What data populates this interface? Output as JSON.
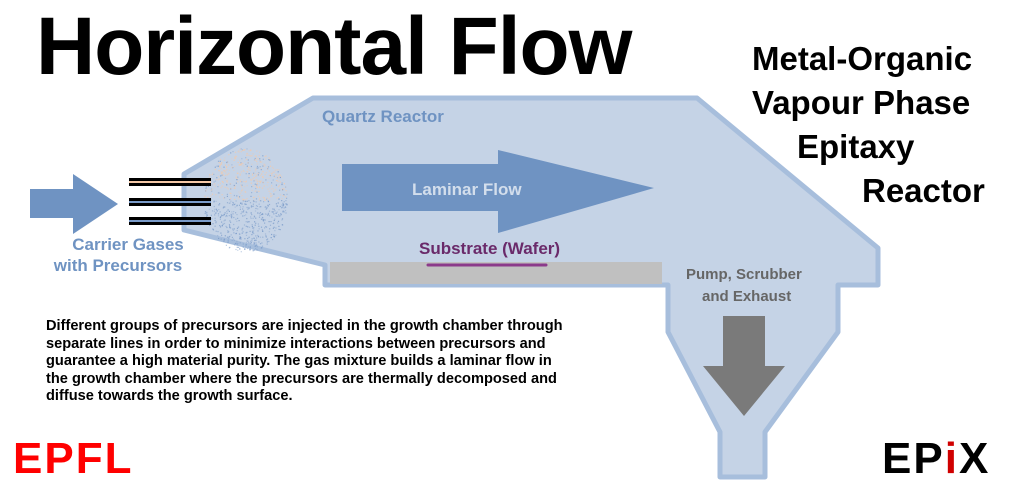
{
  "title": "Horizontal Flow",
  "subtitle_lines": [
    "Metal-Organic",
    "Vapour Phase",
    "Epitaxy",
    "Reactor"
  ],
  "diagram": {
    "reactor_label": "Quartz Reactor",
    "flow_label": "Laminar Flow",
    "inlet_label_lines": [
      "Carrier Gases",
      "with Precursors"
    ],
    "substrate_label": "Substrate (Wafer)",
    "exhaust_label_lines": [
      "Pump, Scrubber",
      "and Exhaust"
    ],
    "injector_lines": 3,
    "colors": {
      "reactor_fill": "#c5d3e6",
      "reactor_outline": "#a7bedc",
      "arrow_blue": "#6f93c2",
      "substrate_gray": "#c0c0c0",
      "substrate_underline": "#8b3a8b",
      "exhaust_arrow": "#7a7a7a",
      "precursor_orange": "#f5c9a8",
      "precursor_blue": "#7a9bc9"
    }
  },
  "description_lines": [
    "Different groups of precursors are injected in the growth chamber through",
    "separate lines in order to minimize interactions between precursors and",
    "guarantee a high material purity. The gas mixture builds a laminar flow in",
    "the growth chamber where the precursors are thermally decomposed and",
    "diffuse towards the growth surface."
  ],
  "logos": {
    "left": "EPFL",
    "right_prefix": "EP",
    "right_accent": "i",
    "right_suffix": "X"
  }
}
